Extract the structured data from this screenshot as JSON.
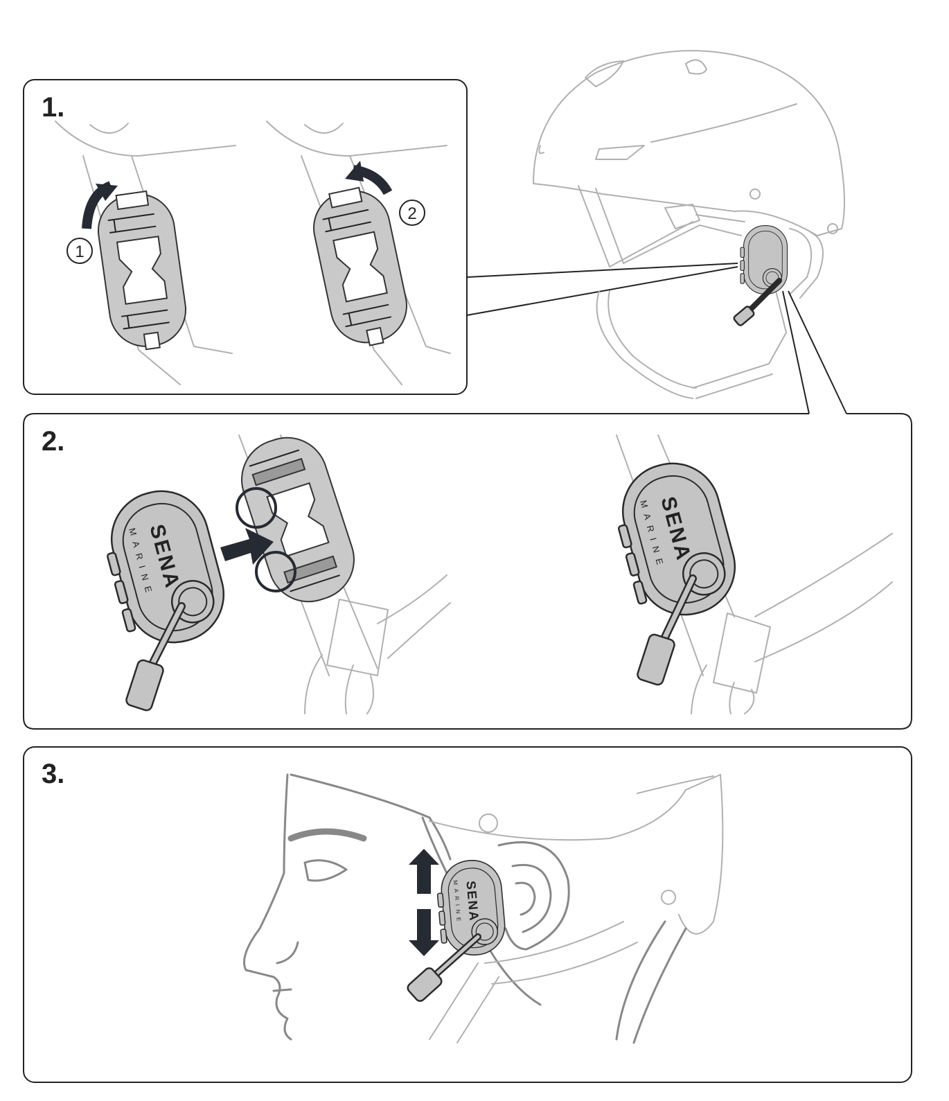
{
  "steps": [
    {
      "number": "1."
    },
    {
      "number": "2."
    },
    {
      "number": "3."
    }
  ],
  "substeps": {
    "first": "1",
    "second": "2"
  },
  "brand": {
    "name": "SENA",
    "sub": "MARINE"
  },
  "colors": {
    "arrow": "#262a33",
    "outline": "#222222",
    "light_line": "#b0b0b0",
    "device": "#c4c4c4"
  },
  "icons": [
    "curved-arrow-icon",
    "push-arrow-icon",
    "up-down-arrow-icon",
    "highlight-circle-icon"
  ]
}
